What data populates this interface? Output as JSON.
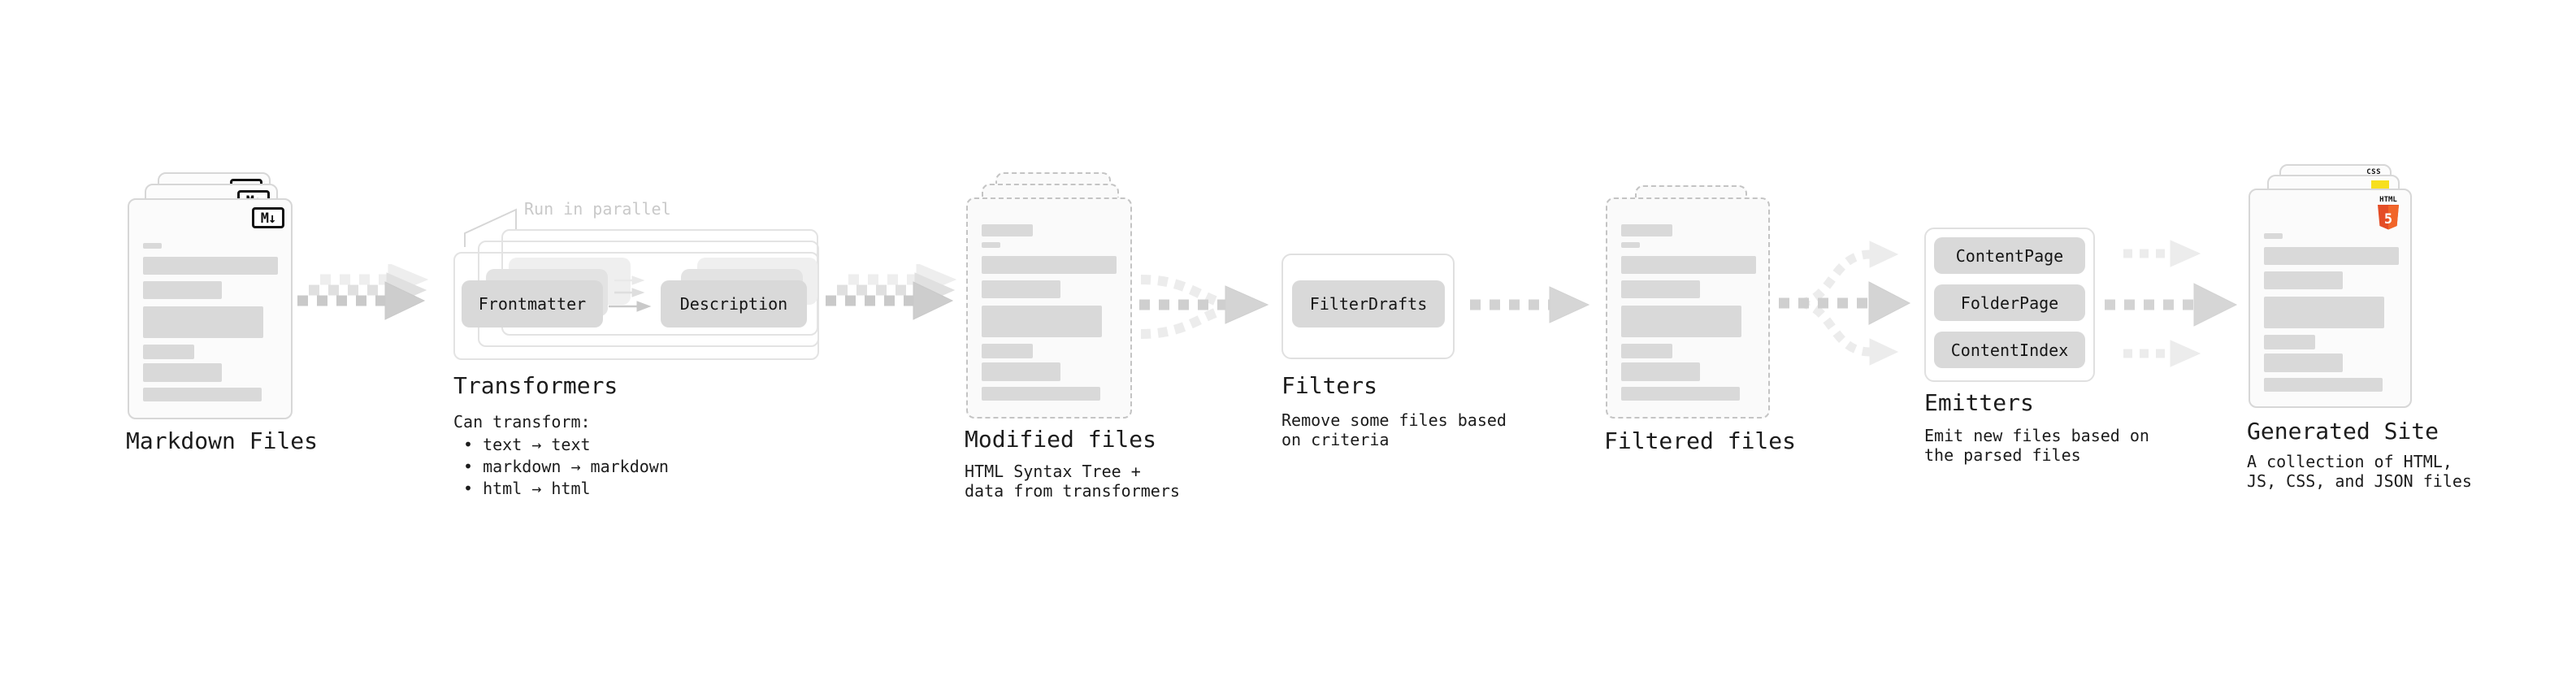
{
  "stages": {
    "markdown": {
      "title": "Markdown Files",
      "badge": "M↓"
    },
    "transformers": {
      "title": "Transformers",
      "parallel_note": "Run in parallel",
      "chip_left": "Frontmatter",
      "chip_right": "Description",
      "subtitle": "Can transform:",
      "bullets": "• text → text\n• markdown → markdown\n• html → html"
    },
    "modified": {
      "title": "Modified files",
      "description": "HTML Syntax Tree +\ndata from transformers"
    },
    "filters": {
      "title": "Filters",
      "chip": "FilterDrafts",
      "description": "Remove some files based\non criteria"
    },
    "filtered": {
      "title": "Filtered files"
    },
    "emitters": {
      "title": "Emitters",
      "chips": {
        "c1": "ContentPage",
        "c2": "FolderPage",
        "c3": "ContentIndex"
      },
      "description": "Emit new files based on\nthe parsed files"
    },
    "generated": {
      "title": "Generated Site",
      "description": "A collection of HTML,\nJS, CSS, and JSON files",
      "html5_text": "HTML",
      "html5_number": "5",
      "css_text": "CSS"
    }
  },
  "colors": {
    "text": "#1a1a1a",
    "muted_note": "#c9c9c9",
    "skeleton_bar": "#d9d9d9",
    "chip_bg": "#d9d9d9",
    "html5_orange": "#e44d26",
    "js_yellow": "#f7df1e",
    "css_blue": "#2965f1"
  }
}
